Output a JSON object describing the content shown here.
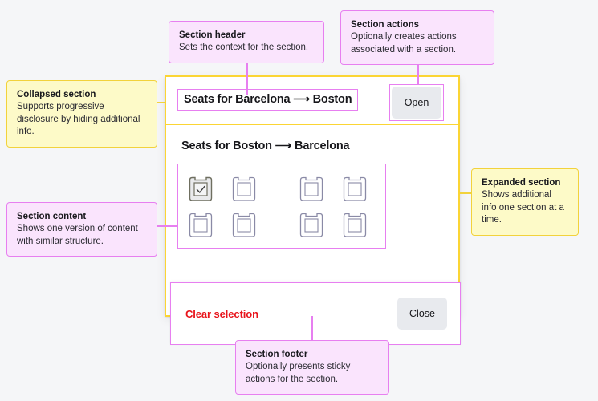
{
  "callouts": {
    "section_header": {
      "title": "Section header",
      "body": "Sets the context for the section."
    },
    "section_actions": {
      "title": "Section actions",
      "body": "Optionally creates actions associated with a section."
    },
    "collapsed_section": {
      "title": "Collapsed section",
      "body": "Supports progressive disclosure by hiding additional info."
    },
    "section_content": {
      "title": "Section content",
      "body": "Shows one version of content with similar structure."
    },
    "expanded_section": {
      "title": "Expanded section",
      "body": "Shows additional info one section at a time."
    },
    "section_footer": {
      "title": "Section footer",
      "body": "Optionally presents sticky actions for the section."
    }
  },
  "card": {
    "collapsed": {
      "title": "Seats for Barcelona ⟶ Boston",
      "action_label": "Open"
    },
    "expanded": {
      "title": "Seats for Boston ⟶ Barcelona",
      "seats": {
        "rows": [
          [
            {
              "id": "1A",
              "selected": true
            },
            {
              "id": "1B",
              "selected": false
            },
            {
              "id": "1C",
              "selected": false
            },
            {
              "id": "1D",
              "selected": false
            }
          ],
          [
            {
              "id": "2A",
              "selected": false
            },
            {
              "id": "2B",
              "selected": false
            },
            {
              "id": "2C",
              "selected": false
            },
            {
              "id": "2D",
              "selected": false
            }
          ]
        ]
      }
    },
    "footer": {
      "clear_label": "Clear selection",
      "close_label": "Close"
    }
  },
  "colors": {
    "page_background": "#f5f6f8",
    "card_background": "#ffffff",
    "annotation_pink_fill": "#fae4fd",
    "annotation_pink_border": "#e77ff0",
    "annotation_yellow_fill": "#fdfac8",
    "annotation_yellow_border": "#f2d23c",
    "section_outline_yellow": "#fbd534",
    "destructive_text": "#e8141b",
    "button_background": "#e8eaee",
    "seat_outline": "#8a8aa6",
    "seat_selected_fill": "#e9eaec"
  },
  "icons": {
    "seat": "seat-icon",
    "seat_selected_check": "check-icon"
  }
}
